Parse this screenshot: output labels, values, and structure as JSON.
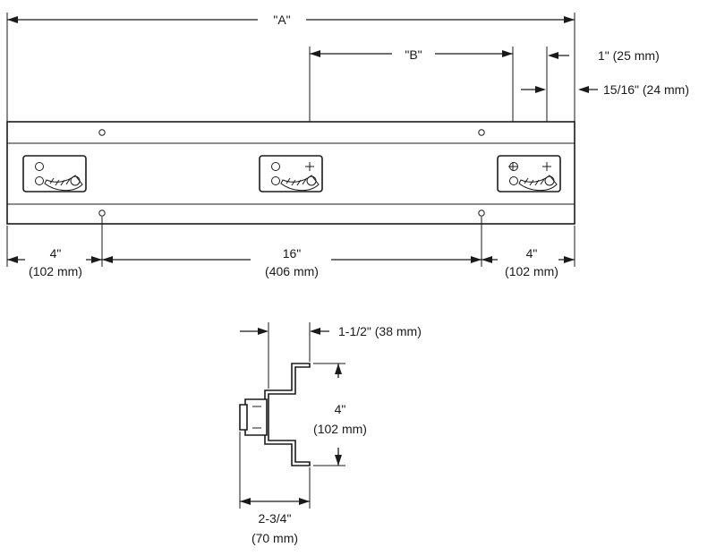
{
  "dimensions": {
    "overall_length": "\"A\"",
    "hook_spacing": "\"B\"",
    "end_offset_upper": "1\" (25 mm)",
    "end_offset_lower": "15/16\" (24 mm)",
    "left_hole_offset_in": "4\"",
    "left_hole_offset_mm": "(102 mm)",
    "hole_spacing_in": "16\"",
    "hole_spacing_mm": "(406 mm)",
    "right_hole_offset_in": "4\"",
    "right_hole_offset_mm": "(102 mm)",
    "profile_depth": "1-1/2\" (38 mm)",
    "profile_height_in": "4\"",
    "profile_height_mm": "(102 mm)",
    "projection_in": "2-3/4\"",
    "projection_mm": "(70 mm)"
  }
}
